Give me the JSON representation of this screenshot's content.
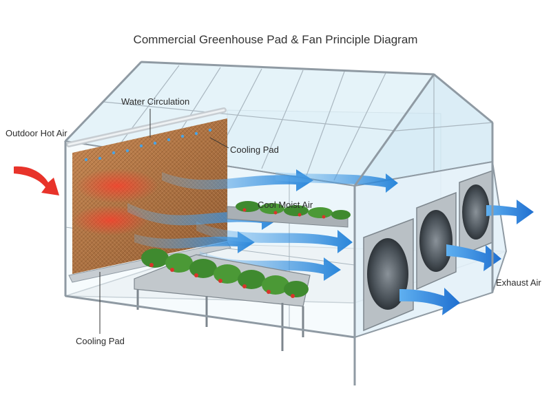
{
  "diagram": {
    "title": "Commercial Greenhouse Pad & Fan Principle Diagram",
    "labels": {
      "outdoor_hot_air": "Outdoor Hot Air",
      "water_circulation": "Water Circulation",
      "cooling_pad_top": "Cooling Pad",
      "cool_moist_air": "Cool Moist Air",
      "exhaust_air": "Exhaust Air",
      "cooling_pad_bottom": "Cooling Pad"
    },
    "colors": {
      "frame": "#9aa4ad",
      "glass": "#e6f2f8",
      "cooling_pad": "#b5713f",
      "hot_air_arrow": "#e8332a",
      "cool_air_arrow": "#2f8fe0",
      "plants": "#3f8a2f",
      "tomatoes": "#d9342b",
      "fan_housing": "#b9c0c5"
    },
    "components": [
      "cooling-pad",
      "water-pipe",
      "plant-benches",
      "exhaust-fans"
    ]
  }
}
